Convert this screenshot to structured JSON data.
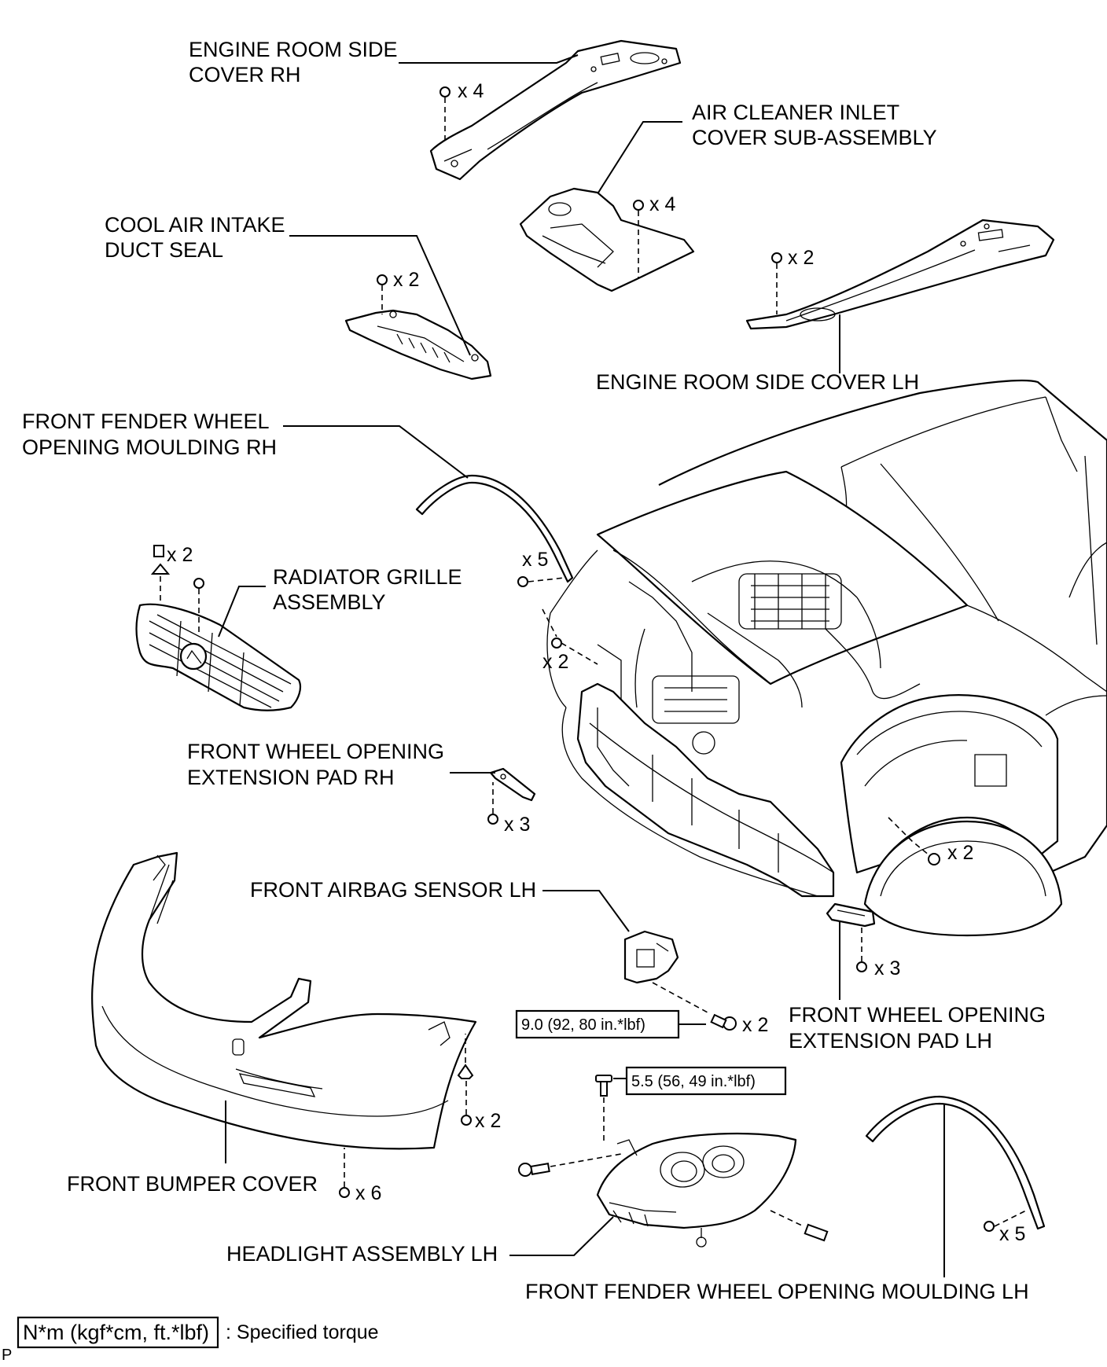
{
  "labels": {
    "engine_room_side_cover_rh_1": "ENGINE ROOM SIDE",
    "engine_room_side_cover_rh_2": "COVER RH",
    "air_cleaner_inlet_cover_1": "AIR CLEANER INLET",
    "air_cleaner_inlet_cover_2": "COVER SUB-ASSEMBLY",
    "cool_air_intake_duct_seal_1": "COOL AIR INTAKE",
    "cool_air_intake_duct_seal_2": "DUCT SEAL",
    "engine_room_side_cover_lh": "ENGINE ROOM SIDE COVER LH",
    "front_fender_moulding_rh_1": "FRONT FENDER WHEEL",
    "front_fender_moulding_rh_2": "OPENING MOULDING RH",
    "radiator_grille_1": "RADIATOR GRILLE",
    "radiator_grille_2": "ASSEMBLY",
    "extension_pad_rh_1": "FRONT WHEEL OPENING",
    "extension_pad_rh_2": "EXTENSION PAD RH",
    "front_airbag_sensor_lh": "FRONT AIRBAG SENSOR LH",
    "extension_pad_lh_1": "FRONT WHEEL OPENING",
    "extension_pad_lh_2": "EXTENSION PAD LH",
    "front_bumper_cover": "FRONT BUMPER COVER",
    "headlight_assembly_lh": "HEADLIGHT ASSEMBLY LH",
    "front_fender_moulding_lh": "FRONT FENDER WHEEL OPENING MOULDING LH"
  },
  "quantities": {
    "side_cover_rh": "x 4",
    "air_cleaner": "x 4",
    "duct_seal": "x 2",
    "side_cover_lh": "x 2",
    "grille_clips": "x 2",
    "moulding_rh": "x 5",
    "fender_screws": "x 2",
    "pad_rh": "x 3",
    "wheel_screws": "x 2",
    "pad_lh": "x 3",
    "airbag_bolts": "x 2",
    "bumper_side": "x 2",
    "bumper_bottom": "x 6",
    "moulding_lh": "x 5"
  },
  "torques": {
    "airbag_sensor": "9.0 (92, 80 in.*lbf)",
    "headlight": "5.5 (56, 49 in.*lbf)"
  },
  "legend": {
    "torque_units": "N*m (kgf*cm, ft.*lbf)",
    "description": ": Specified torque"
  },
  "corner_mark": "P"
}
